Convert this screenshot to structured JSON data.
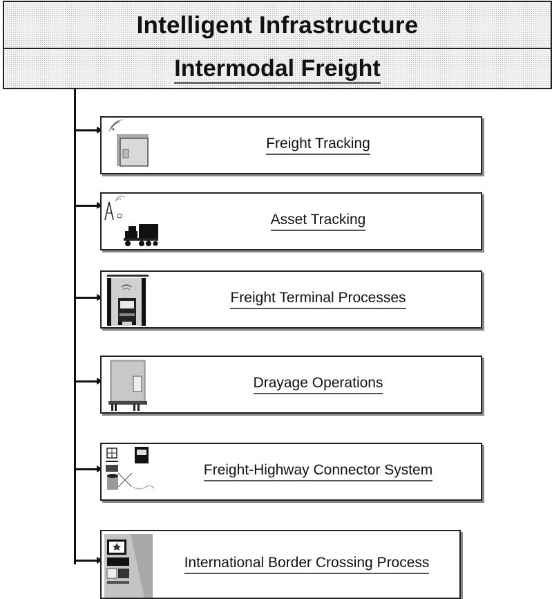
{
  "header": {
    "title": "Intelligent Infrastructure",
    "subtitle": "Intermodal Freight"
  },
  "items": [
    {
      "label": "Freight Tracking",
      "icon": "rfid-tag-icon"
    },
    {
      "label": "Asset Tracking",
      "icon": "gps-truck-icon"
    },
    {
      "label": "Freight Terminal Processes",
      "icon": "terminal-gate-icon"
    },
    {
      "label": "Drayage Operations",
      "icon": "container-chassis-icon"
    },
    {
      "label": "Freight-Highway Connector System",
      "icon": "connector-system-icon"
    },
    {
      "label": "International Border Crossing Process",
      "icon": "border-crossing-icon"
    }
  ]
}
